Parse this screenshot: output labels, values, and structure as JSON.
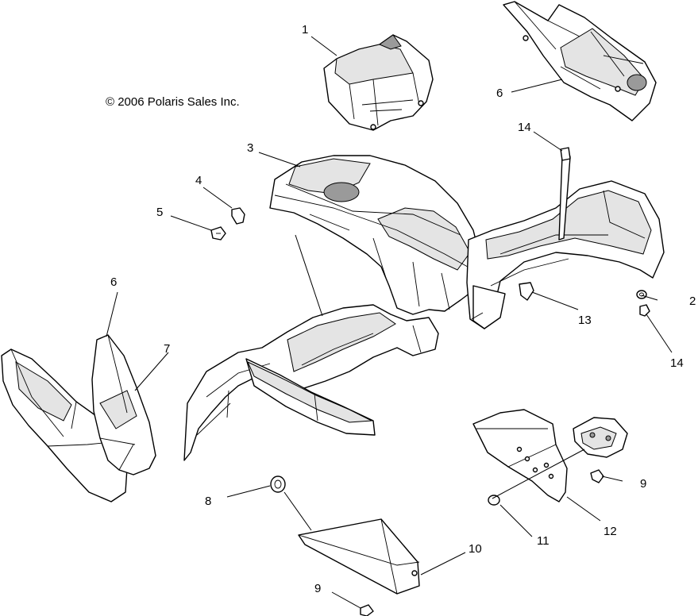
{
  "copyright": "© 2006 Polaris Sales Inc.",
  "callouts": [
    {
      "id": "c1",
      "label": "1"
    },
    {
      "id": "c6a",
      "label": "6"
    },
    {
      "id": "c14a",
      "label": "14"
    },
    {
      "id": "c3",
      "label": "3"
    },
    {
      "id": "c4",
      "label": "4"
    },
    {
      "id": "c5",
      "label": "5"
    },
    {
      "id": "c2",
      "label": "2"
    },
    {
      "id": "c13",
      "label": "13"
    },
    {
      "id": "c14b",
      "label": "14"
    },
    {
      "id": "c6b",
      "label": "6"
    },
    {
      "id": "c7",
      "label": "7"
    },
    {
      "id": "c9a",
      "label": "9"
    },
    {
      "id": "c8",
      "label": "8"
    },
    {
      "id": "c11",
      "label": "11"
    },
    {
      "id": "c12",
      "label": "12"
    },
    {
      "id": "c10",
      "label": "10"
    },
    {
      "id": "c9b",
      "label": "9"
    }
  ]
}
